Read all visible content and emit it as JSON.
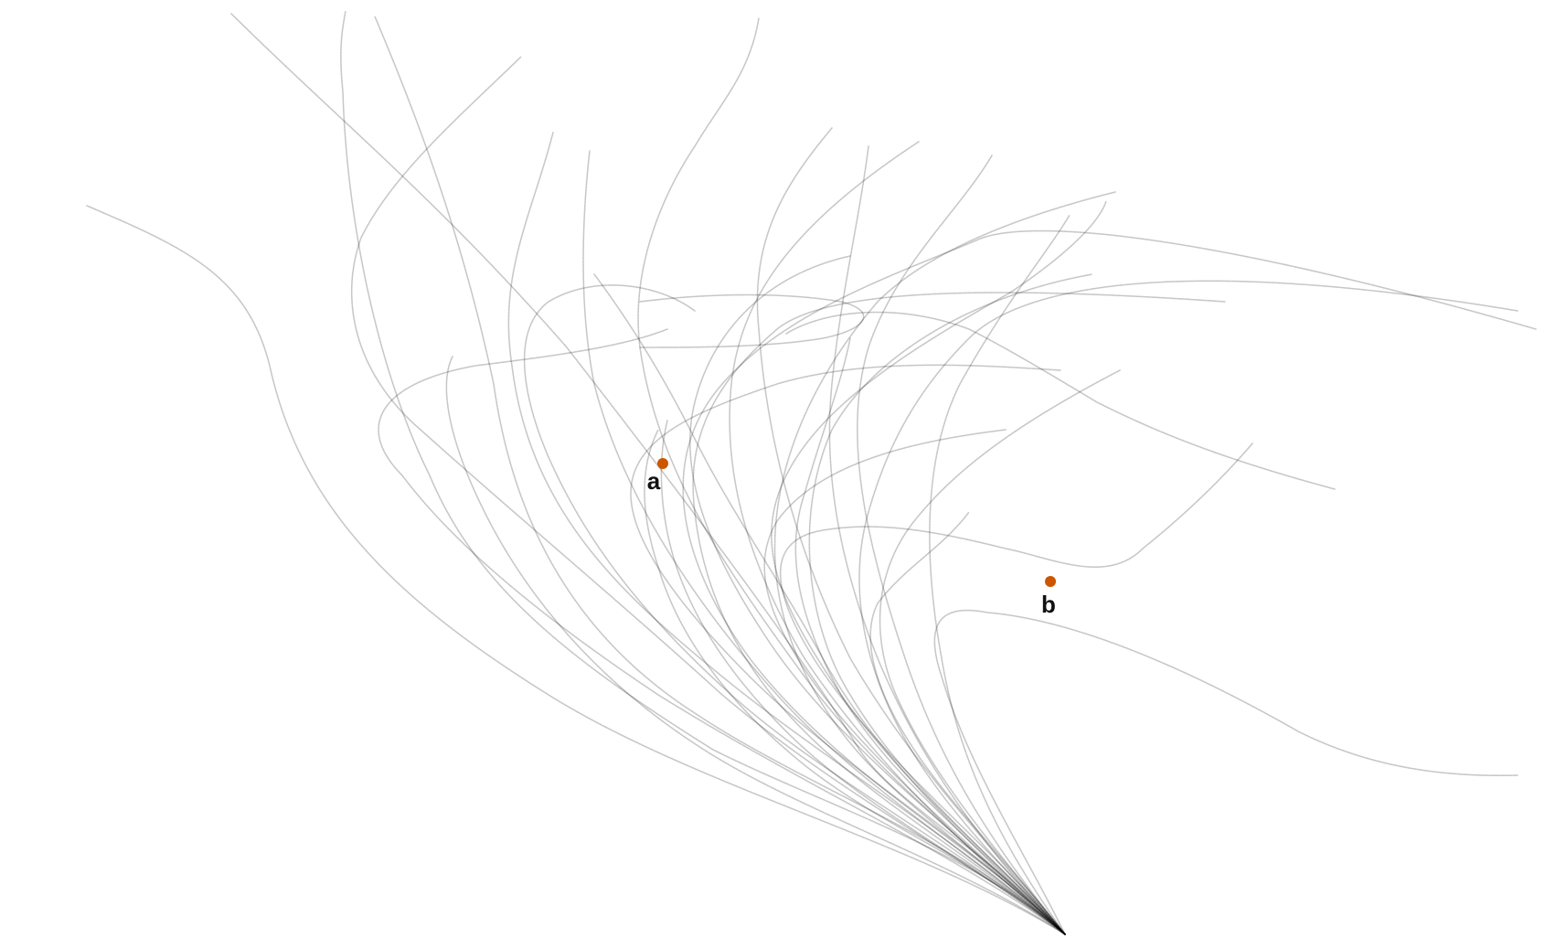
{
  "canvas": {
    "background": "#ffffff",
    "track_color": "#000000"
  },
  "markers": [
    {
      "id": "a",
      "label": "a",
      "color": "#cc5500"
    },
    {
      "id": "b",
      "label": "b",
      "color": "#cc5500"
    }
  ]
}
